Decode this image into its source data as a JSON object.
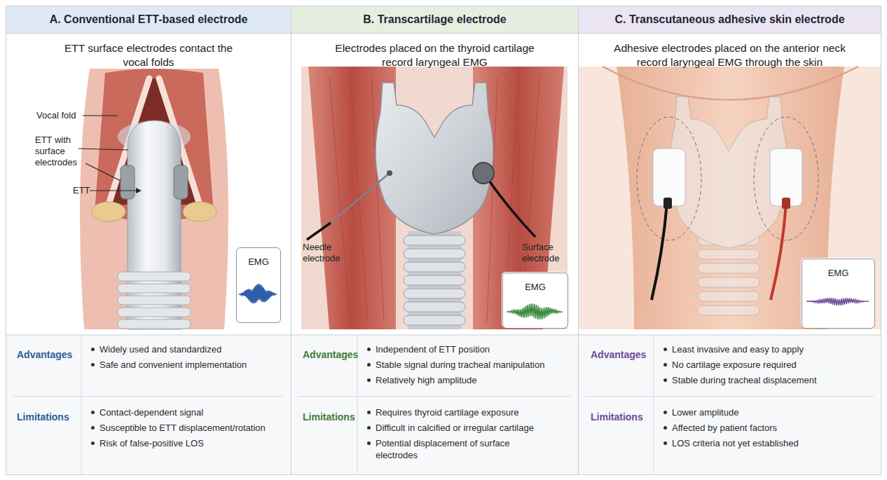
{
  "diagram": {
    "nodes": [
      {
        "text": [
          "A. Conventional ETT-based electrode",
          "ETT surface electrodes contact the vocal folds"
        ]
      },
      {
        "text": [
          "B. Transcartilage electrode",
          "Electrodes placed on the thyroid cartilage record laryngeal EMG"
        ]
      },
      {
        "text": [
          "C. Transcutaneous adhesive skin electrode",
          "Adhesive electrodes placed on the anterior neck record laryngeal EMG through the skin"
        ]
      },
      {
        "text": [
          "EMG"
        ],
        "in": 0
      },
      {
        "text": [
          "EMG"
        ],
        "in": 1
      },
      {
        "text": [
          "EMG"
        ],
        "in": 2
      }
    ],
    "labels": [
      "Vocal fold",
      "ETT with surface electrodes",
      "ETT",
      "Advantages",
      "Widely used and standardized",
      "Safe and convenient implementation",
      "Limitations",
      "Contact-dependent signal",
      "Susceptible to ETT displacement/rotation",
      "Risk of false-positive LOS",
      "Needle electrode",
      "Surface electrode",
      "Advantages",
      "Independent of ETT position",
      "Stable signal during tracheal manipulation",
      "Relatively high amplitude",
      "Limitations",
      "Requires thyroid cartilage exposure",
      "Difficult in calcified or irregular cartilage",
      "Potential displacement of surface electrodes",
      "Advantages",
      "Least invasive and easy to apply",
      "No cartilage exposure required",
      "Stable during tracheal displacement",
      "Limitations",
      "Lower amplitude",
      "Affected by patient factors",
      "LOS criteria not yet established"
    ]
  }
}
